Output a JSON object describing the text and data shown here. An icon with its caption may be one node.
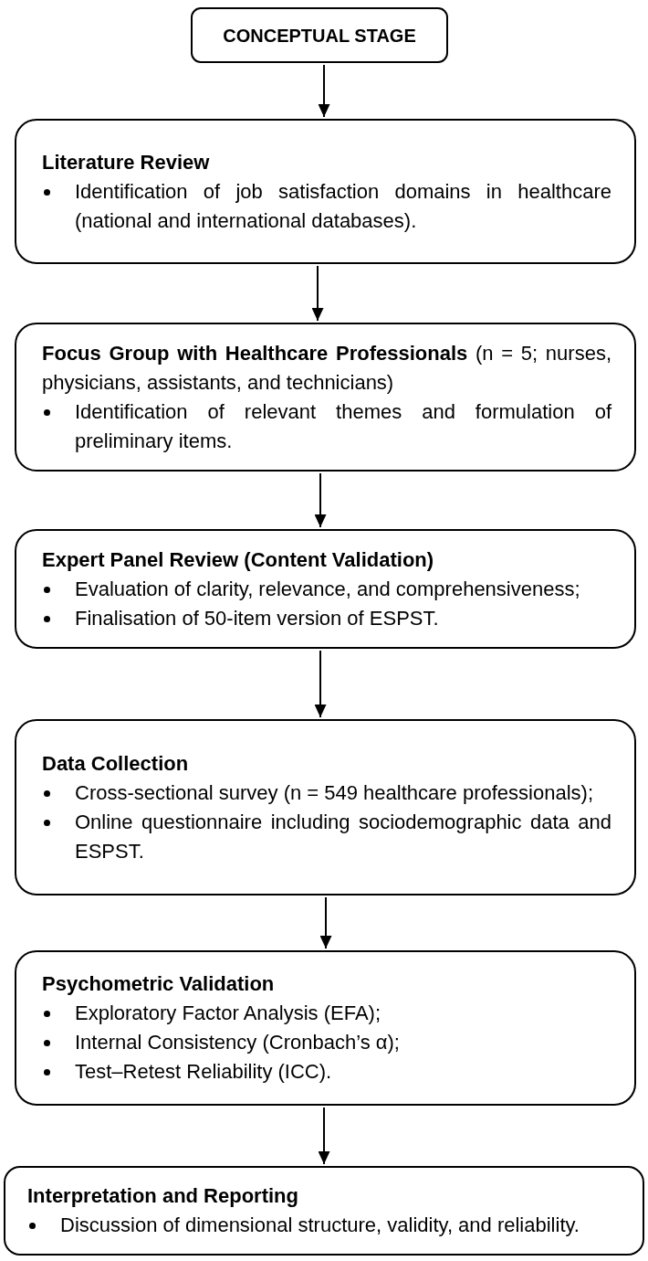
{
  "diagram": {
    "nodes": [
      {
        "text": [
          "CONCEPTUAL STAGE"
        ]
      },
      {
        "text": [
          "Literature Review",
          "Identification of job satisfaction domains in healthcare (national and international databases)."
        ]
      },
      {
        "text": [
          "**Focus Group with Healthcare Professionals** (n = 5; nurses, physicians, assistants, and technicians)",
          "Identification of relevant themes and formulation of preliminary items."
        ]
      },
      {
        "text": [
          "Expert Panel Review (Content Validation)",
          "Evaluation of clarity, relevance, and comprehensiveness;",
          "Finalisation of 50-item version of ESPST."
        ]
      },
      {
        "text": [
          "Data Collection",
          "Cross-sectional survey (n = 549 healthcare professionals);",
          "Online questionnaire including sociodemographic data and ESPST."
        ]
      },
      {
        "text": [
          "Psychometric Validation",
          "Exploratory Factor Analysis (EFA);",
          "Internal Consistency (Cronbach’s α);",
          "Test–Retest Reliability (ICC)."
        ]
      },
      {
        "text": [
          "Interpretation and Reporting",
          "Discussion of dimensional structure, validity, and reliability."
        ]
      }
    ],
    "edges": [
      {
        "from": 0,
        "to": 1,
        "arrow": "to"
      },
      {
        "from": 1,
        "to": 2,
        "arrow": "to"
      },
      {
        "from": 2,
        "to": 3,
        "arrow": "to"
      },
      {
        "from": 3,
        "to": 4,
        "arrow": "to"
      },
      {
        "from": 4,
        "to": 5,
        "arrow": "to"
      },
      {
        "from": 5,
        "to": 6,
        "arrow": "to"
      }
    ]
  }
}
